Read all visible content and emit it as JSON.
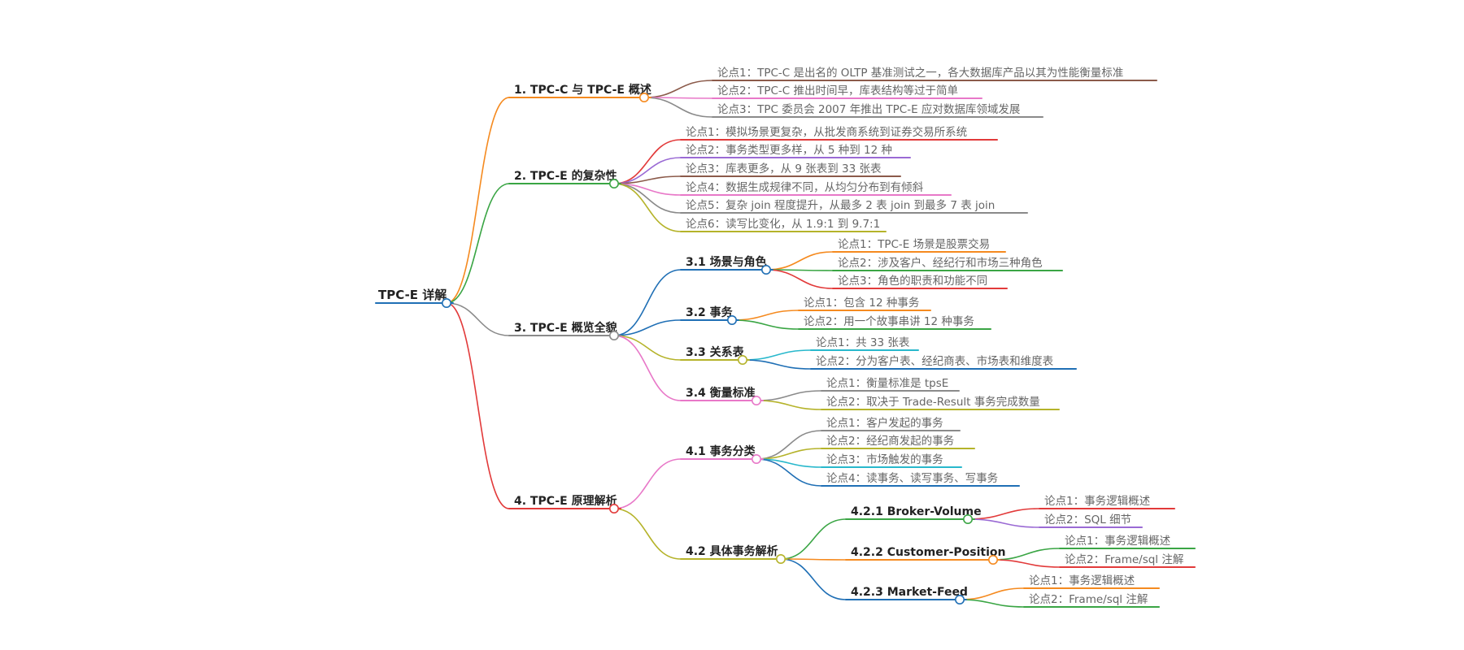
{
  "colors": {
    "orange": "#f58a1f",
    "green": "#3aa544",
    "gray": "#8a8a8a",
    "red": "#e23a3a",
    "purple": "#9a6ad4",
    "brown": "#8b5a4a",
    "pink": "#e878c8",
    "blue": "#1f6fb5",
    "olive": "#b5b32a",
    "cyan": "#28b8cc"
  },
  "root": {
    "label": "TPC-E 详解",
    "children": [
      {
        "label": "1. TPC-C 与 TPC-E 概述",
        "color": "orange",
        "children": [
          {
            "label": "论点1：TPC-C 是出名的 OLTP 基准测试之一，各大数据库产品以其为性能衡量标准",
            "color": "brown"
          },
          {
            "label": "论点2：TPC-C 推出时间早，库表结构等过于简单",
            "color": "pink"
          },
          {
            "label": "论点3：TPC 委员会 2007 年推出 TPC-E 应对数据库领域发展",
            "color": "gray"
          }
        ]
      },
      {
        "label": "2. TPC-E 的复杂性",
        "color": "green",
        "children": [
          {
            "label": "论点1：模拟场景更复杂，从批发商系统到证券交易所系统",
            "color": "red"
          },
          {
            "label": "论点2：事务类型更多样，从 5 种到 12 种",
            "color": "purple"
          },
          {
            "label": "论点3：库表更多，从 9 张表到 33 张表",
            "color": "brown"
          },
          {
            "label": "论点4：数据生成规律不同，从均匀分布到有倾斜",
            "color": "pink"
          },
          {
            "label": "论点5：复杂 join 程度提升，从最多 2 表 join 到最多 7 表 join",
            "color": "gray"
          },
          {
            "label": "论点6：读写比变化，从 1.9:1 到 9.7:1",
            "color": "olive"
          }
        ]
      },
      {
        "label": "3. TPC-E 概览全貌",
        "color": "gray",
        "children": [
          {
            "label": "3.1 场景与角色",
            "color": "blue",
            "children": [
              {
                "label": "论点1：TPC-E 场景是股票交易",
                "color": "orange"
              },
              {
                "label": "论点2：涉及客户、经纪行和市场三种角色",
                "color": "green"
              },
              {
                "label": "论点3：角色的职责和功能不同",
                "color": "red"
              }
            ]
          },
          {
            "label": "3.2 事务",
            "color": "blue",
            "children": [
              {
                "label": "论点1：包含 12 种事务",
                "color": "orange"
              },
              {
                "label": "论点2：用一个故事串讲 12 种事务",
                "color": "green"
              }
            ]
          },
          {
            "label": "3.3 关系表",
            "color": "olive",
            "children": [
              {
                "label": "论点1：共 33 张表",
                "color": "cyan"
              },
              {
                "label": "论点2：分为客户表、经纪商表、市场表和维度表",
                "color": "blue"
              }
            ]
          },
          {
            "label": "3.4 衡量标准",
            "color": "pink",
            "children": [
              {
                "label": "论点1：衡量标准是 tpsE",
                "color": "gray"
              },
              {
                "label": "论点2：取决于 Trade-Result 事务完成数量",
                "color": "olive"
              }
            ]
          }
        ]
      },
      {
        "label": "4. TPC-E 原理解析",
        "color": "red",
        "children": [
          {
            "label": "4.1 事务分类",
            "color": "pink",
            "children": [
              {
                "label": "论点1：客户发起的事务",
                "color": "gray"
              },
              {
                "label": "论点2：经纪商发起的事务",
                "color": "olive"
              },
              {
                "label": "论点3：市场触发的事务",
                "color": "cyan"
              },
              {
                "label": "论点4：读事务、读写事务、写事务",
                "color": "blue"
              }
            ]
          },
          {
            "label": "4.2 具体事务解析",
            "color": "olive",
            "children": [
              {
                "label": "4.2.1 Broker-Volume",
                "color": "green",
                "children": [
                  {
                    "label": "论点1：事务逻辑概述",
                    "color": "red"
                  },
                  {
                    "label": "论点2：SQL 细节",
                    "color": "purple"
                  }
                ]
              },
              {
                "label": "4.2.2 Customer-Position",
                "color": "orange",
                "children": [
                  {
                    "label": "论点1：事务逻辑概述",
                    "color": "green"
                  },
                  {
                    "label": "论点2：Frame/sql 注解",
                    "color": "red"
                  }
                ]
              },
              {
                "label": "4.2.3 Market-Feed",
                "color": "blue",
                "children": [
                  {
                    "label": "论点1：事务逻辑概述",
                    "color": "orange"
                  },
                  {
                    "label": "论点2：Frame/sql 注解",
                    "color": "green"
                  }
                ]
              }
            ]
          }
        ]
      }
    ]
  }
}
